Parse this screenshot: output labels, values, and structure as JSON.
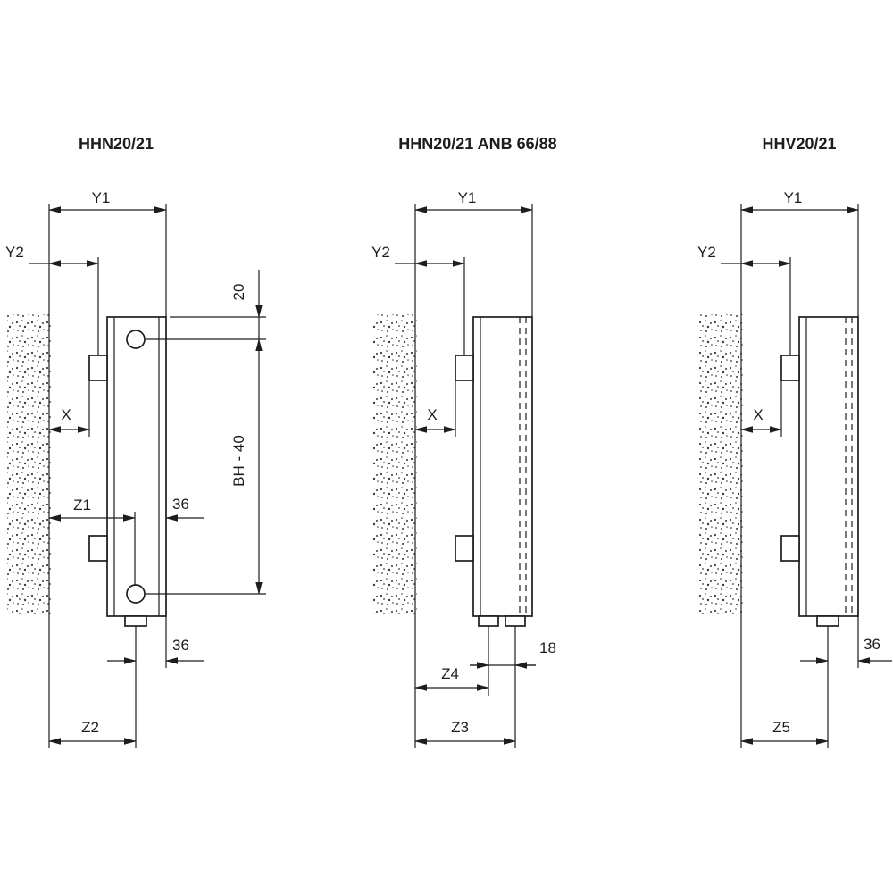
{
  "page": {
    "background": "#ffffff",
    "line_color": "#1d1d1b"
  },
  "diagrams": [
    {
      "title": "HHN20/21",
      "labels": {
        "y1": "Y1",
        "y2": "Y2",
        "top_offset": "20",
        "height": "BH - 40",
        "x": "X",
        "z1": "Z1",
        "offset_36_mid": "36",
        "offset_36_bottom": "36",
        "z2": "Z2"
      }
    },
    {
      "title": "HHN20/21 ANB 66/88",
      "labels": {
        "y1": "Y1",
        "y2": "Y2",
        "x": "X",
        "z4": "Z4",
        "pipe_offset_18": "18",
        "z3": "Z3"
      }
    },
    {
      "title": "HHV20/21",
      "labels": {
        "y1": "Y1",
        "y2": "Y2",
        "x": "X",
        "offset_36_bottom": "36",
        "z5": "Z5"
      }
    }
  ]
}
